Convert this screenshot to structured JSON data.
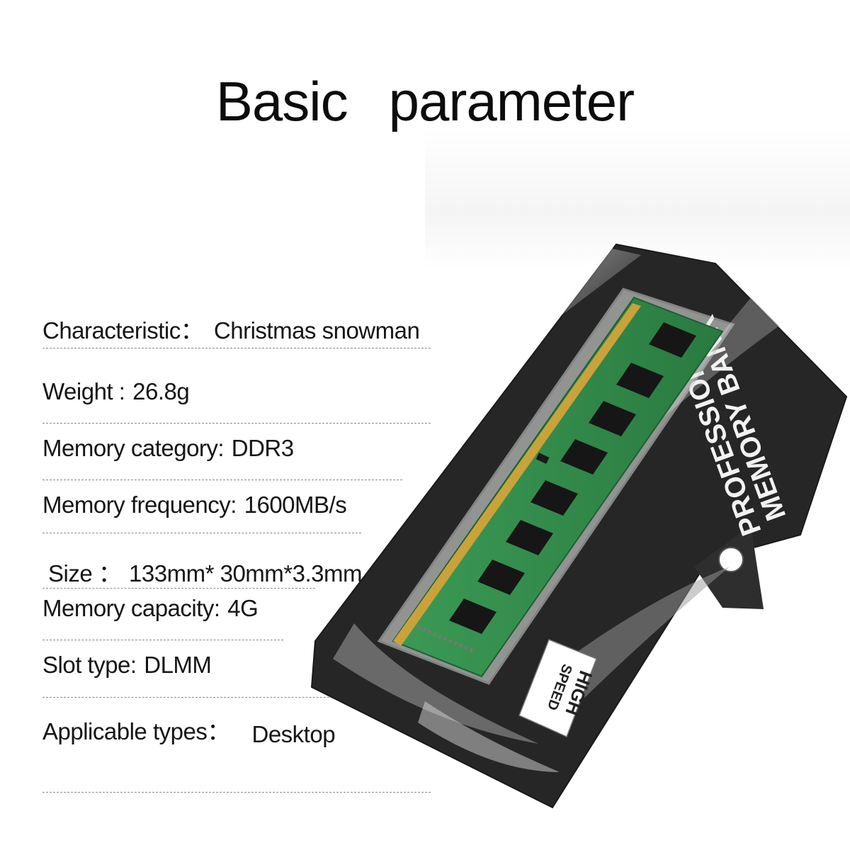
{
  "title": {
    "word1": "Basic",
    "word2": "parameter"
  },
  "params": [
    {
      "label": "Characteristic：",
      "value": "Christmas snowman"
    },
    {
      "label": "Weight :",
      "value": "26.8g"
    },
    {
      "label": "Memory category:",
      "value": "DDR3"
    },
    {
      "label": "Memory frequency:",
      "value": "1600MB/s"
    },
    {
      "label": "Size ：",
      "value": "133mm* 30mm*3.3mm"
    },
    {
      "label": "Memory capacity:",
      "value": "4G"
    },
    {
      "label": "Slot type:",
      "value": "DLMM"
    },
    {
      "label": "Applicable types：",
      "value": "Desktop"
    }
  ],
  "package": {
    "brand_line1": "PROFESSIONAL",
    "brand_line2": "MEMORY BANK",
    "sticker_line1": "HIGH",
    "sticker_line2": "SPEED"
  },
  "colors": {
    "package": "#2a2a2a",
    "pcb": "#2f8a4a",
    "chip": "#1a1a1a",
    "contacts": "#c9a23a"
  }
}
